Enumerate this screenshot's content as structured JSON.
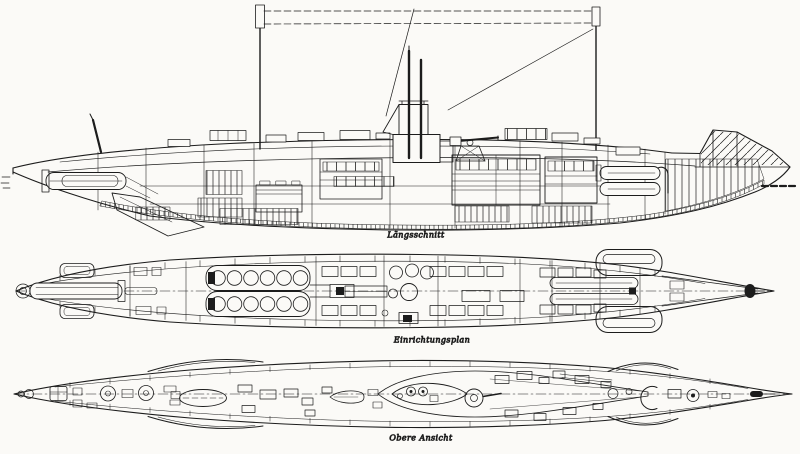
{
  "drawing": {
    "subject": "U-boat three-view technical blueprint",
    "views": [
      {
        "id": "longitudinal-section",
        "label": "Längsschnitt"
      },
      {
        "id": "arrangement-plan",
        "label": "Einrichtungsplan"
      },
      {
        "id": "top-view",
        "label": "Obere Ansicht"
      }
    ],
    "colors": {
      "paper": "#fbfaf7",
      "ink": "#1c1c1c",
      "label_ink": "#222222"
    }
  }
}
